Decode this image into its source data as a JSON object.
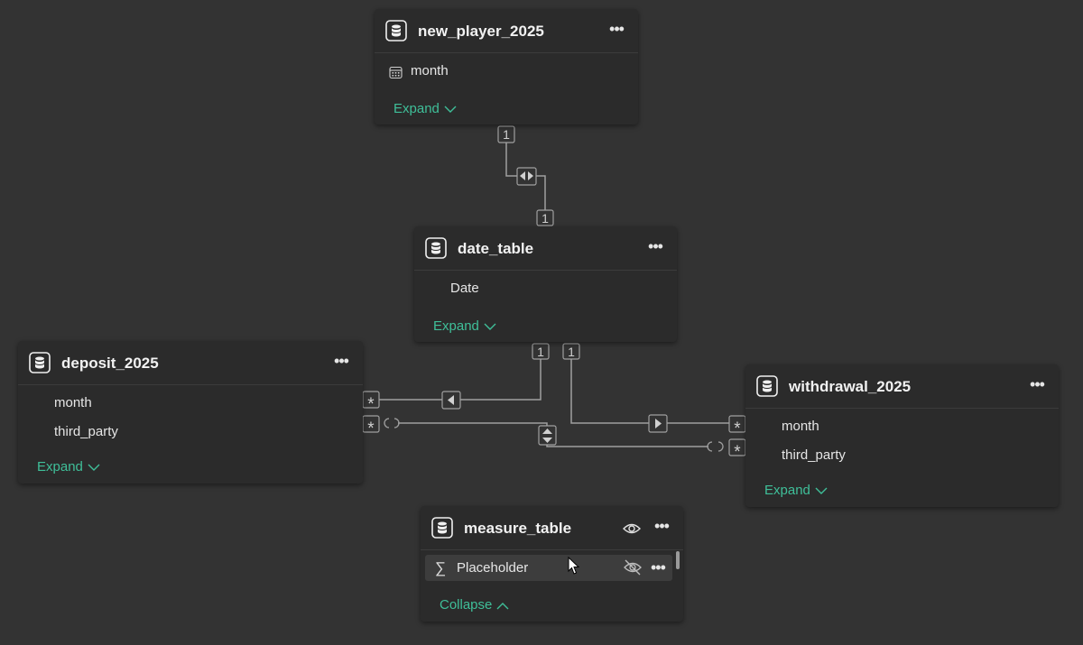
{
  "relationships": {
    "cardinality_one": "1",
    "cardinality_many": "*"
  },
  "tables": {
    "new_player_2025": {
      "name": "new_player_2025",
      "fields": [
        "month"
      ],
      "expand_label": "Expand"
    },
    "date_table": {
      "name": "date_table",
      "fields": [
        "Date"
      ],
      "expand_label": "Expand"
    },
    "deposit_2025": {
      "name": "deposit_2025",
      "fields": [
        "month",
        "third_party"
      ],
      "expand_label": "Expand"
    },
    "withdrawal_2025": {
      "name": "withdrawal_2025",
      "fields": [
        "month",
        "third_party"
      ],
      "expand_label": "Expand"
    },
    "measure_table": {
      "name": "measure_table",
      "fields": [
        "Placeholder"
      ],
      "collapse_label": "Collapse"
    }
  },
  "icons": {
    "table": "database-icon",
    "date_field": "calendar-icon",
    "measure": "sigma-icon",
    "more": "more-options-icon",
    "visible": "eye-icon",
    "hidden": "eye-off-icon"
  },
  "colors": {
    "background": "#333333",
    "card": "#2b2b2b",
    "accent": "#3fbf99",
    "line": "#a0a0a0"
  }
}
